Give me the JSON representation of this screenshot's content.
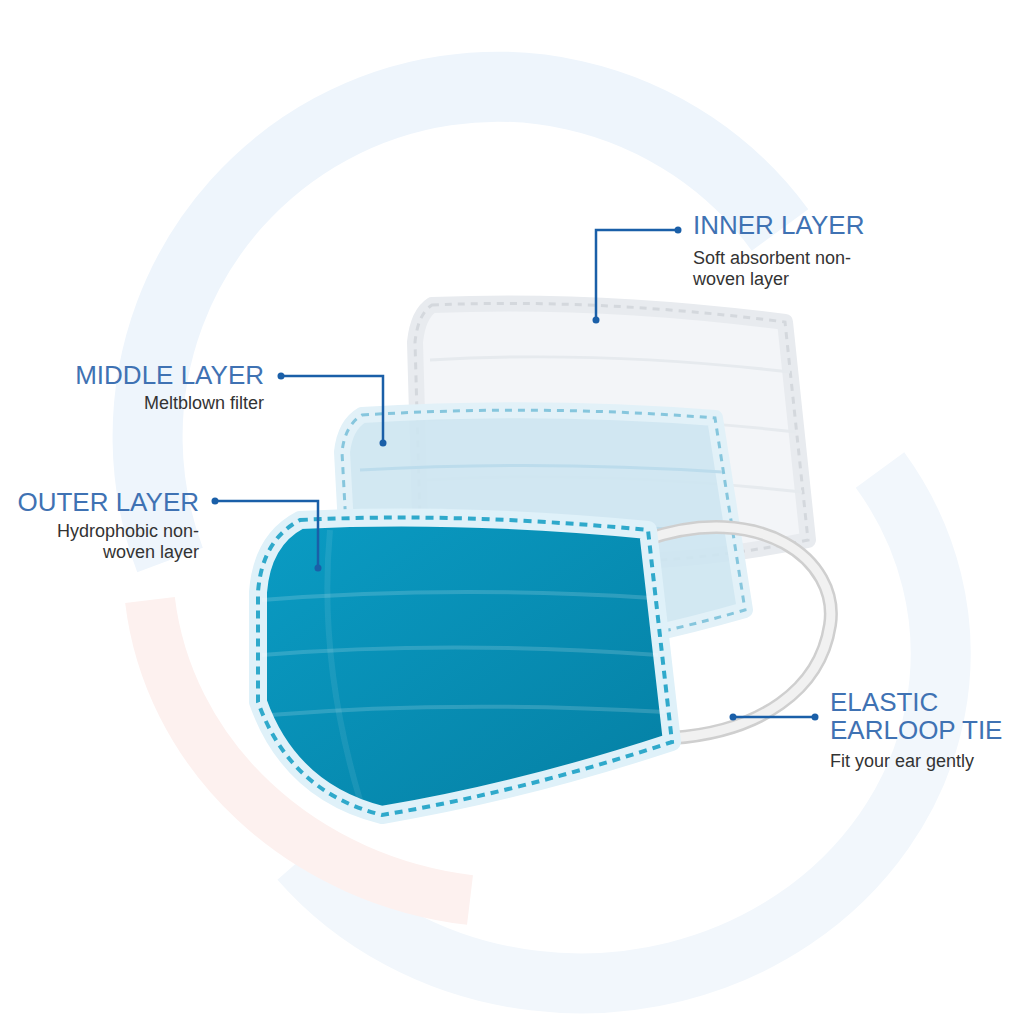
{
  "diagram": {
    "labels": [
      "INNER LAYER",
      "Soft absorbent non-woven layer",
      "MIDDLE LAYER",
      "Meltblown filter",
      "OUTER LAYER",
      "Hydrophobic non-woven layer",
      "ELASTIC EARLOOP TIE",
      "Fit your ear gently"
    ]
  }
}
